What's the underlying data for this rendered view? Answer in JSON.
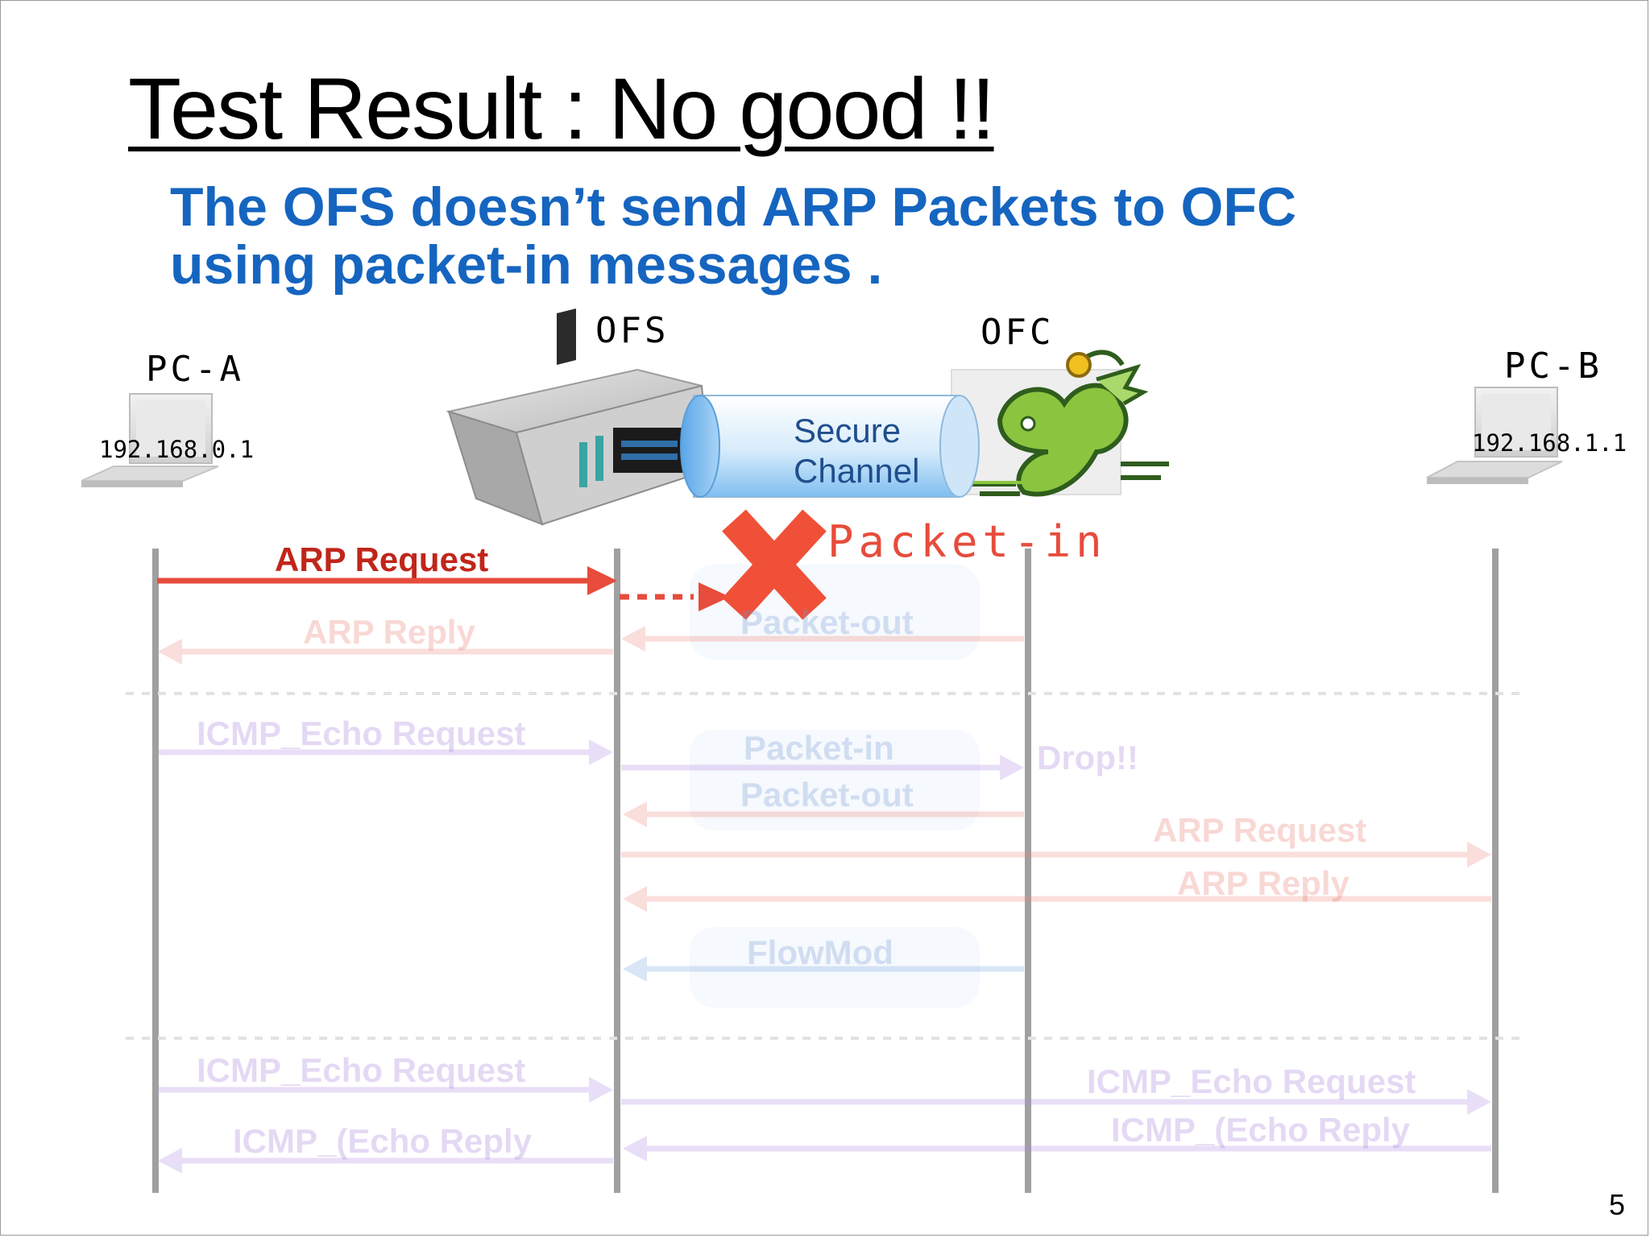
{
  "slide": {
    "title": "Test Result : No good !!",
    "subtitle": "The OFS doesn’t send ARP Packets to OFC using packet-in messages .",
    "page_number": "5"
  },
  "nodes": {
    "pc_a": {
      "label": "PC-A",
      "ip": "192.168.0.1"
    },
    "ofs": {
      "label": "OFS"
    },
    "ofc": {
      "label": "OFC"
    },
    "pc_b": {
      "label": "PC-B",
      "ip": "192.168.1.1"
    }
  },
  "secure_channel": {
    "line1": "Secure",
    "line2": "Channel"
  },
  "failed_message": {
    "label": "Packet-in"
  },
  "messages": {
    "arp_request_1": "ARP Request",
    "arp_reply_1": "ARP Reply",
    "packet_out_1": "Packet-out",
    "icmp_echo_request_1": "ICMP_Echo Request",
    "packet_in_2": "Packet-in",
    "drop": "Drop!!",
    "packet_out_2": "Packet-out",
    "arp_request_2": "ARP Request",
    "arp_reply_2": "ARP Reply",
    "flowmod": "FlowMod",
    "icmp_echo_request_2": "ICMP_Echo Request",
    "icmp_echo_reply_2": "ICMP_(Echo Reply",
    "icmp_echo_request_3": "ICMP_Echo Request",
    "icmp_echo_reply_3": "ICMP_(Echo Reply"
  },
  "colors": {
    "title": "#000000",
    "subtitle": "#1565c0",
    "active_arrow": "#e74c3c",
    "active_text": "#c0261a",
    "fail_cross": "#f05038",
    "arp_faded": "#f08a80",
    "icmp_faded": "#b48ae6",
    "flow_faded": "#7aa8e0",
    "lifeline": "#a0a0a0"
  }
}
